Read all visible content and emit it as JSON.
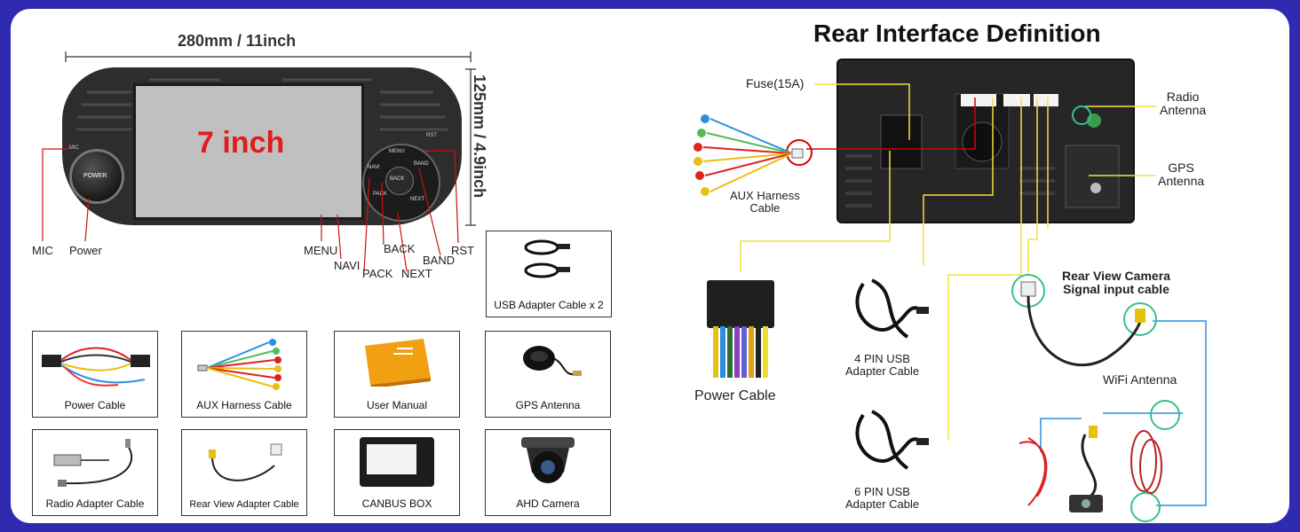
{
  "left_panel": {
    "width_label": "280mm / 11inch",
    "height_label": "125mm / 4.9inch",
    "screen_label": "7 inch",
    "knob_label": "POWER",
    "mic_small": "MIC",
    "rst_small": "RST",
    "button_labels": {
      "menu": "MENU",
      "band": "BAND",
      "back": "BACK",
      "next": "NEXT",
      "pack": "PACK",
      "navi": "NAVI"
    },
    "callouts": {
      "mic": "MIC",
      "power": "Power",
      "menu": "MENU",
      "navi": "NAVI",
      "pack": "PACK",
      "back": "BACK",
      "next": "NEXT",
      "band": "BAND",
      "rst": "RST"
    }
  },
  "accessories": [
    {
      "name": "USB Adapter Cable x 2"
    },
    {
      "name": "Power Cable"
    },
    {
      "name": "AUX Harness Cable"
    },
    {
      "name": "User Manual"
    },
    {
      "name": "GPS Antenna"
    },
    {
      "name": "Radio Adapter Cable"
    },
    {
      "name": "Rear View Adapter Cable"
    },
    {
      "name": "CANBUS BOX"
    },
    {
      "name": "AHD Camera"
    }
  ],
  "rear": {
    "title": "Rear Interface Definition",
    "fuse": "Fuse(15A)",
    "radio_antenna": [
      "Radio",
      "Antenna"
    ],
    "gps_antenna": [
      "GPS",
      "Antenna"
    ],
    "aux_cable": [
      "AUX Harness",
      "Cable"
    ],
    "power_cable": "Power Cable",
    "usb4": [
      "4 PIN USB",
      "Adapter Cable"
    ],
    "usb6": [
      "6 PIN USB",
      "Adapter Cable"
    ],
    "rear_cam": [
      "Rear View Camera",
      "Signal input cable"
    ],
    "wifi": "WiFi Antenna"
  },
  "colors": {
    "background": "#2e2bb0",
    "callout_line": "#f2e23a",
    "red_line": "#d40000",
    "blue_line": "#2a8fe0",
    "green_circle": "#36c08a",
    "screen_label": "#e21b1b"
  }
}
